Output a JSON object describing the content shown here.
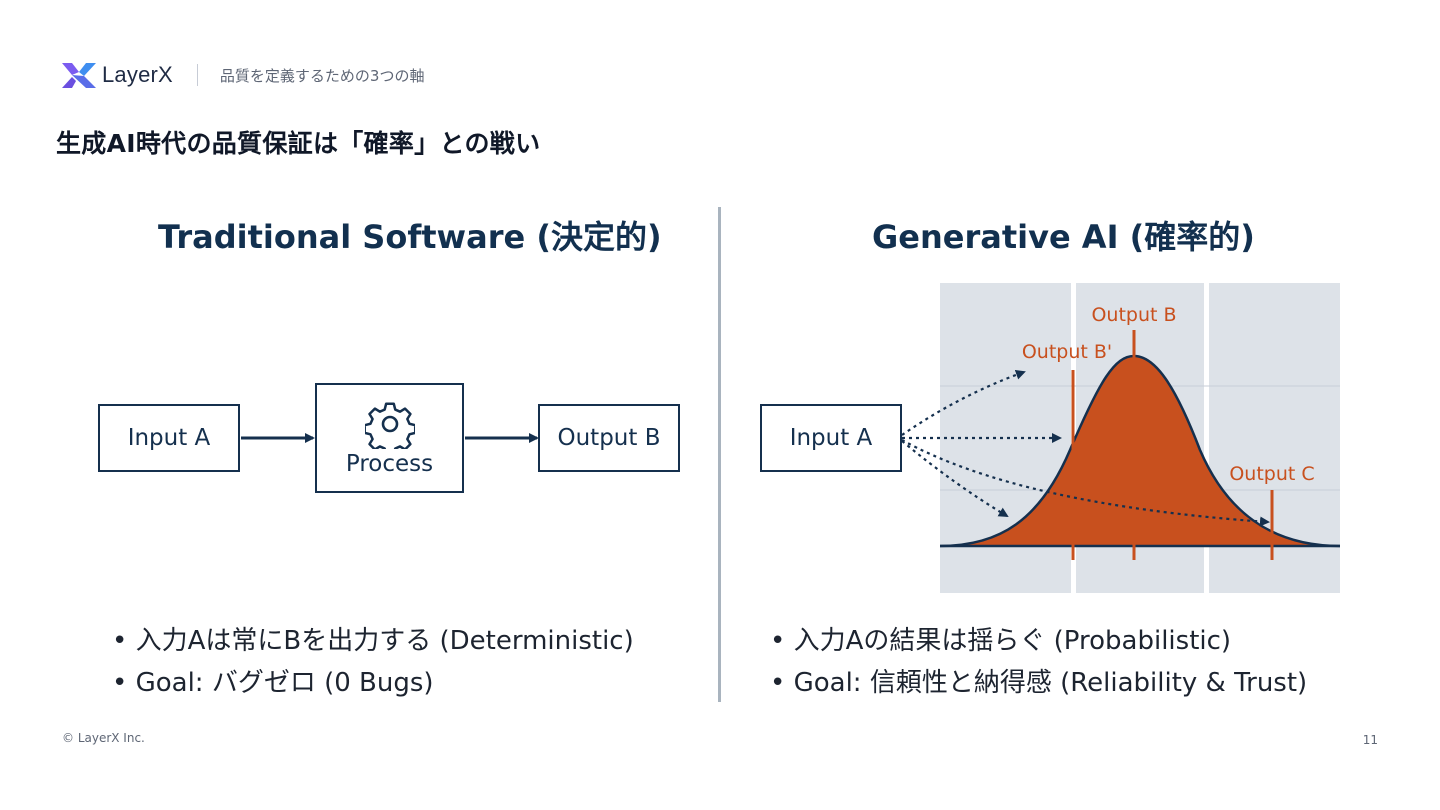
{
  "header": {
    "logo_text": "LayerX",
    "subtitle": "品質を定義するための3つの軸"
  },
  "title": "生成AI時代の品質保証は「確率」との戦い",
  "left": {
    "heading": "Traditional Software (決定的)",
    "input_label": "Input A",
    "process_label": "Process",
    "output_label": "Output B",
    "bullets": [
      "• 入力Aは常にBを出力する (Deterministic)",
      "• Goal: バグゼロ (0 Bugs)"
    ]
  },
  "right": {
    "heading": "Generative AI (確率的)",
    "input_label": "Input A",
    "output_labels": {
      "b": "Output B",
      "b_prime": "Output B'",
      "c": "Output C"
    },
    "bullets": [
      "• 入力Aの結果は揺らぐ (Probabilistic)",
      "• Goal: 信頼性と納得感 (Reliability & Trust)"
    ]
  },
  "colors": {
    "navy": "#15304e",
    "accent": "#c8501e",
    "grid_bg": "#dde2e8"
  },
  "icons": [
    "layerx-logo-icon",
    "gear-icon"
  ],
  "footer": {
    "copyright": "© LayerX Inc.",
    "page_number": "11"
  }
}
